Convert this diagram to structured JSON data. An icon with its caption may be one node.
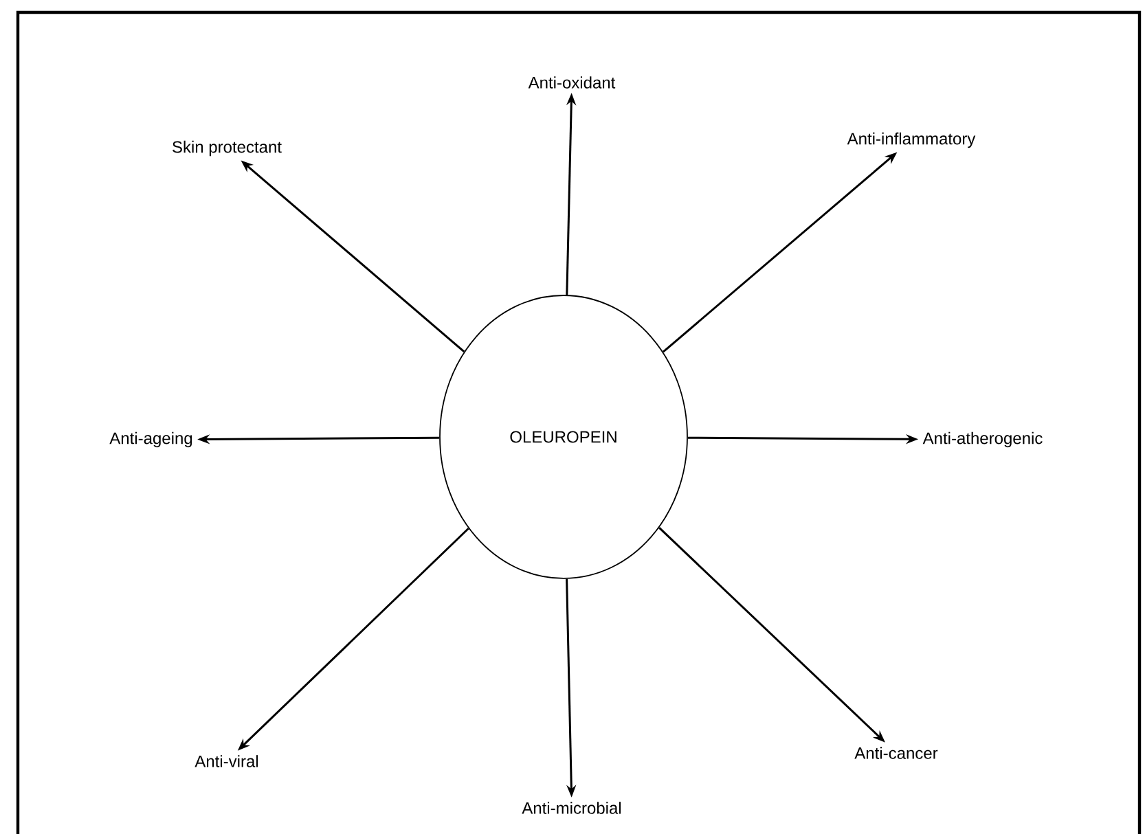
{
  "diagram": {
    "nodes": [
      {
        "text": [
          "Anti-oxidant"
        ]
      },
      {
        "text": [
          "Skin protectant"
        ]
      },
      {
        "text": [
          "Anti-inflammatory"
        ]
      },
      {
        "text": [
          "Anti-ageing"
        ]
      },
      {
        "text": [
          "OLEUROPEIN"
        ]
      },
      {
        "text": [
          "Anti-atherogenic"
        ]
      },
      {
        "text": [
          "Anti-cancer"
        ]
      },
      {
        "text": [
          "Anti-viral"
        ]
      },
      {
        "text": [
          "Anti-microbial"
        ]
      }
    ],
    "edges": [
      {
        "from": 4,
        "to": 0,
        "arrow": "to"
      },
      {
        "from": 4,
        "to": 1,
        "arrow": "to"
      },
      {
        "from": 4,
        "to": 2,
        "arrow": "to"
      },
      {
        "from": 4,
        "to": 3,
        "arrow": "to"
      },
      {
        "from": 4,
        "to": 5,
        "arrow": "to"
      },
      {
        "from": 4,
        "to": 6,
        "arrow": "to"
      },
      {
        "from": 4,
        "to": 7,
        "arrow": "to"
      },
      {
        "from": 4,
        "to": 8,
        "arrow": "to"
      }
    ]
  }
}
